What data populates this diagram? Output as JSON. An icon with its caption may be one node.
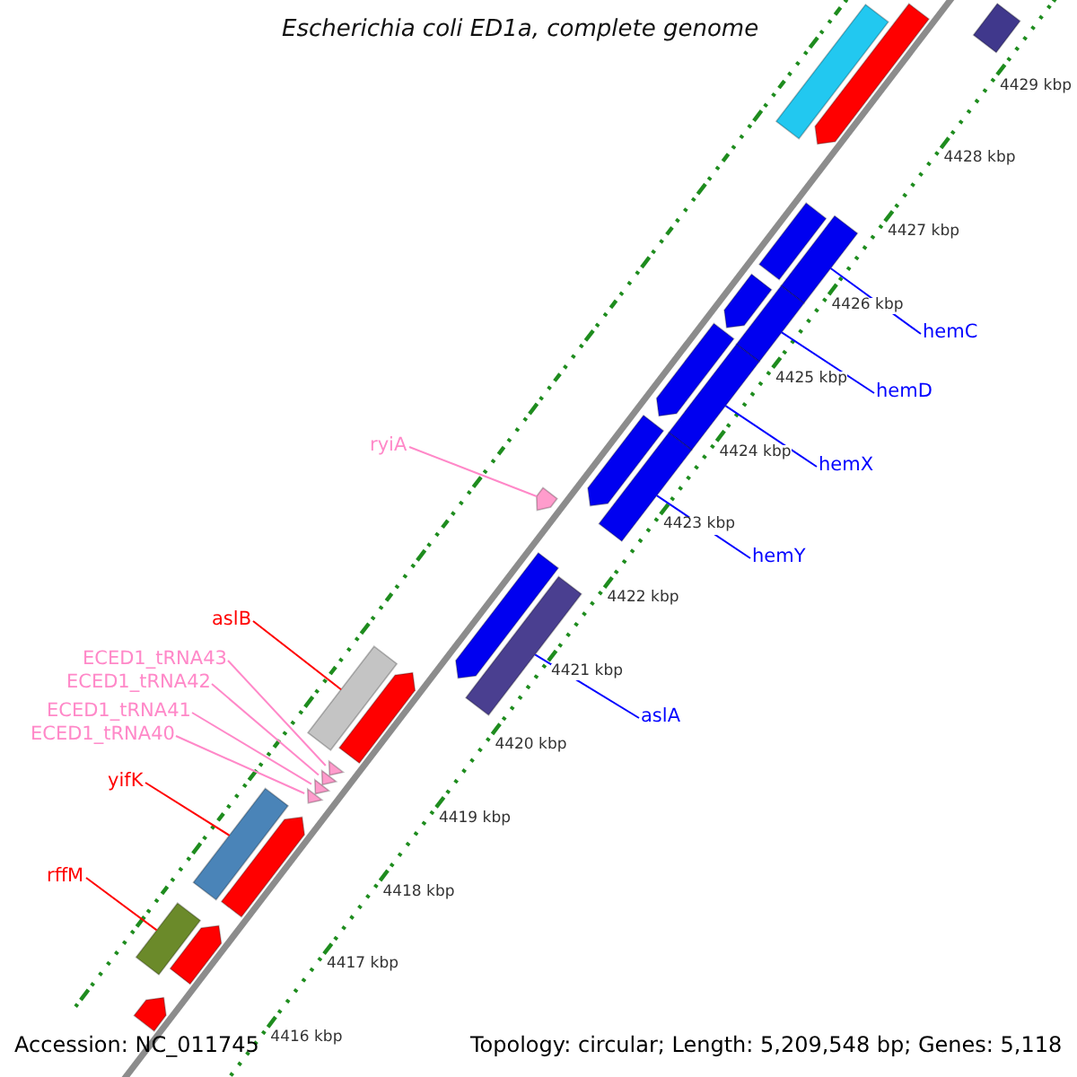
{
  "diagram": {
    "title": "Escherichia coli ED1a, complete genome",
    "nodes": [
      {
        "text": [
          "hemC"
        ]
      },
      {
        "text": [
          "hemD"
        ]
      },
      {
        "text": [
          "ryiA"
        ]
      },
      {
        "text": [
          "hemX"
        ]
      },
      {
        "text": [
          "hemY"
        ]
      },
      {
        "text": [
          "aslB"
        ]
      },
      {
        "text": [
          "ECED1_tRNA43"
        ]
      },
      {
        "text": [
          "ECED1_tRNA42"
        ]
      },
      {
        "text": [
          "ECED1_tRNA41"
        ]
      },
      {
        "text": [
          "aslA"
        ]
      },
      {
        "text": [
          "ECED1_tRNA40"
        ]
      },
      {
        "text": [
          "yifK"
        ]
      },
      {
        "text": [
          "rffM"
        ]
      },
      {
        "text": [],
        "shape": "bar"
      },
      {
        "text": [],
        "shape": "bar"
      },
      {
        "text": [],
        "shape": "bar"
      },
      {
        "text": [],
        "shape": "bar"
      },
      {
        "text": [],
        "shape": "arrow"
      },
      {
        "text": [],
        "shape": "bar"
      },
      {
        "text": [],
        "shape": "bar"
      },
      {
        "text": [],
        "shape": "triangle"
      },
      {
        "text": [],
        "shape": "triangle"
      },
      {
        "text": [],
        "shape": "triangle"
      },
      {
        "text": [],
        "shape": "triangle"
      },
      {
        "text": [],
        "shape": "bar"
      },
      {
        "text": [],
        "shape": "bar"
      },
      {
        "text": [],
        "shape": "bar"
      },
      {
        "text": [],
        "shape": "bar"
      },
      {
        "text": [],
        "shape": "arrow"
      },
      {
        "text": [],
        "shape": "bar"
      },
      {
        "text": [],
        "shape": "arrow"
      },
      {
        "text": [],
        "shape": "arrow"
      },
      {
        "text": [],
        "shape": "arrow"
      },
      {
        "text": [],
        "shape": "arrow"
      },
      {
        "text": [],
        "shape": "arrow"
      },
      {
        "text": [],
        "shape": "arrow"
      },
      {
        "text": [],
        "shape": "arrow"
      },
      {
        "text": [],
        "shape": "arrow"
      }
    ],
    "edges": [
      {
        "from": 0,
        "to": 13,
        "arrow": "none",
        "color": "#0000ff"
      },
      {
        "from": 1,
        "to": 14,
        "arrow": "none",
        "color": "#0000ff"
      },
      {
        "from": 2,
        "to": 17,
        "arrow": "none",
        "color": "#ff88c8"
      },
      {
        "from": 3,
        "to": 15,
        "arrow": "none",
        "color": "#0000ff"
      },
      {
        "from": 4,
        "to": 16,
        "arrow": "none",
        "color": "#0000ff"
      },
      {
        "from": 5,
        "to": 19,
        "arrow": "none",
        "color": "#ff0000"
      },
      {
        "from": 6,
        "to": 20,
        "arrow": "none",
        "color": "#ff88c8"
      },
      {
        "from": 7,
        "to": 21,
        "arrow": "none",
        "color": "#ff88c8"
      },
      {
        "from": 8,
        "to": 22,
        "arrow": "none",
        "color": "#ff88c8"
      },
      {
        "from": 9,
        "to": 18,
        "arrow": "none",
        "color": "#0000ff"
      },
      {
        "from": 10,
        "to": 23,
        "arrow": "none",
        "color": "#ff88c8"
      },
      {
        "from": 11,
        "to": 24,
        "arrow": "none",
        "color": "#ff0000"
      },
      {
        "from": 12,
        "to": 25,
        "arrow": "none",
        "color": "#ff0000"
      }
    ],
    "labels": [
      "4429 kbp",
      "4428 kbp",
      "4427 kbp",
      "4426 kbp",
      "4425 kbp",
      "4424 kbp",
      "4423 kbp",
      "4422 kbp",
      "4421 kbp",
      "4420 kbp",
      "4419 kbp",
      "4418 kbp",
      "4417 kbp",
      "4416 kbp",
      "Accession: NC_011745",
      "Topology: circular; Length: 5,209,548 bp; Genes: 5,118"
    ]
  }
}
